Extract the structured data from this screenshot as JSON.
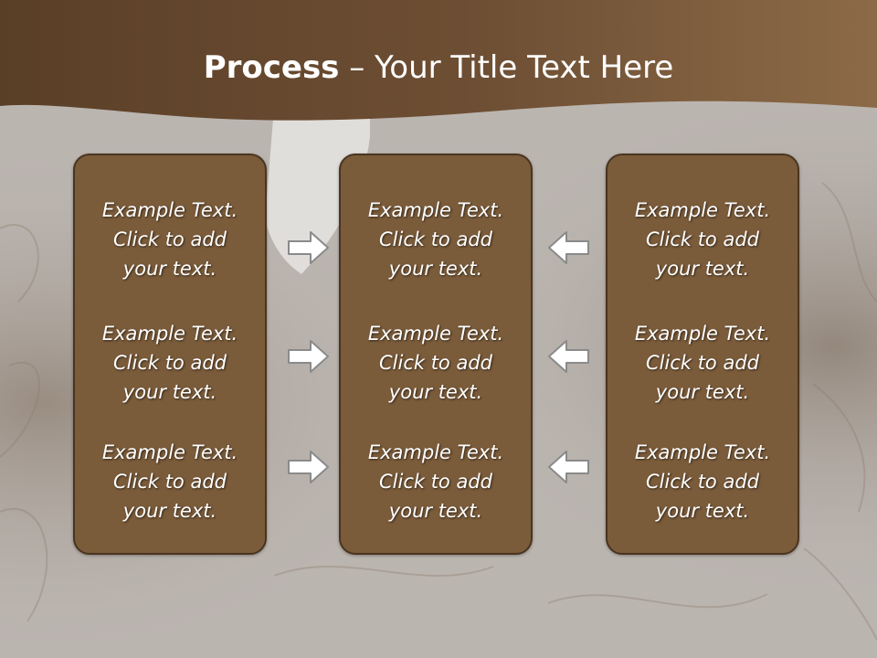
{
  "slide": {
    "title_bold": "Process",
    "title_rest": " – Your Title Text Here",
    "colors": {
      "header": "#6e4f34",
      "panel": "#7a5b3a",
      "panel_border": "#4b3420",
      "text": "#ffffff",
      "arrow_fill": "#ffffff",
      "arrow_stroke": "#8a8a8a"
    }
  },
  "columns": [
    {
      "items": [
        {
          "l1": "Example Text.",
          "l2": "Click  to add",
          "l3": "your text."
        },
        {
          "l1": "Example Text.",
          "l2": "Click  to add",
          "l3": "your text."
        },
        {
          "l1": "Example Text.",
          "l2": "Click  to add",
          "l3": "your text."
        }
      ]
    },
    {
      "items": [
        {
          "l1": "Example Text.",
          "l2": "Click  to add",
          "l3": "your text."
        },
        {
          "l1": "Example Text.",
          "l2": "Click  to add",
          "l3": "your text."
        },
        {
          "l1": "Example Text.",
          "l2": "Click  to add",
          "l3": "your text."
        }
      ]
    },
    {
      "items": [
        {
          "l1": "Example Text.",
          "l2": "Click  to add",
          "l3": "your text."
        },
        {
          "l1": "Example Text.",
          "l2": "Click  to add",
          "l3": "your text."
        },
        {
          "l1": "Example Text.",
          "l2": "Click  to add",
          "l3": "your text."
        }
      ]
    }
  ],
  "arrows": {
    "left_group": "right-arrow-icon",
    "right_group": "left-arrow-icon"
  }
}
